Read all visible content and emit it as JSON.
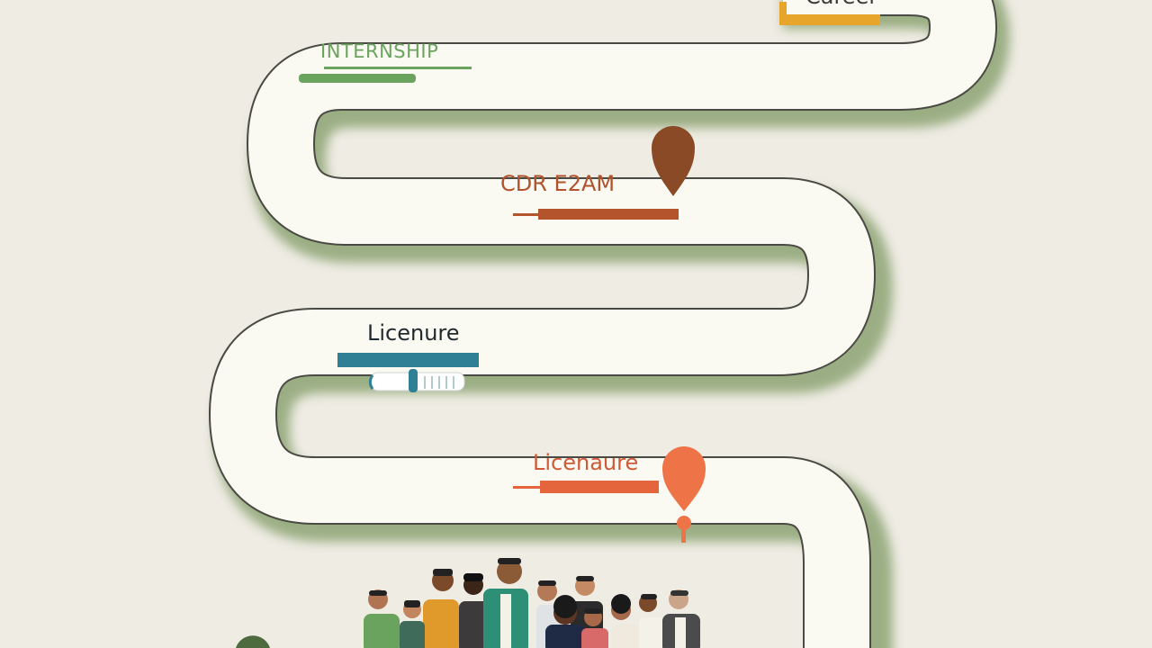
{
  "stages": [
    {
      "id": "career",
      "label": "Career",
      "color": "#e7a62a"
    },
    {
      "id": "internship",
      "label": "INTERNSHIP",
      "color": "#6aa35e"
    },
    {
      "id": "cdr-exam",
      "label": "CDR E2AM",
      "color": "#a85a2c"
    },
    {
      "id": "licensure-1",
      "label": "Licenure",
      "color": "#2f7f95"
    },
    {
      "id": "licensure-2",
      "label": "Licenaure",
      "color": "#e4643c"
    }
  ],
  "colors": {
    "background": "#efece4",
    "road": "#fbfaf2",
    "road_outline": "#4a4a44",
    "shadow": "#7f9a63"
  }
}
